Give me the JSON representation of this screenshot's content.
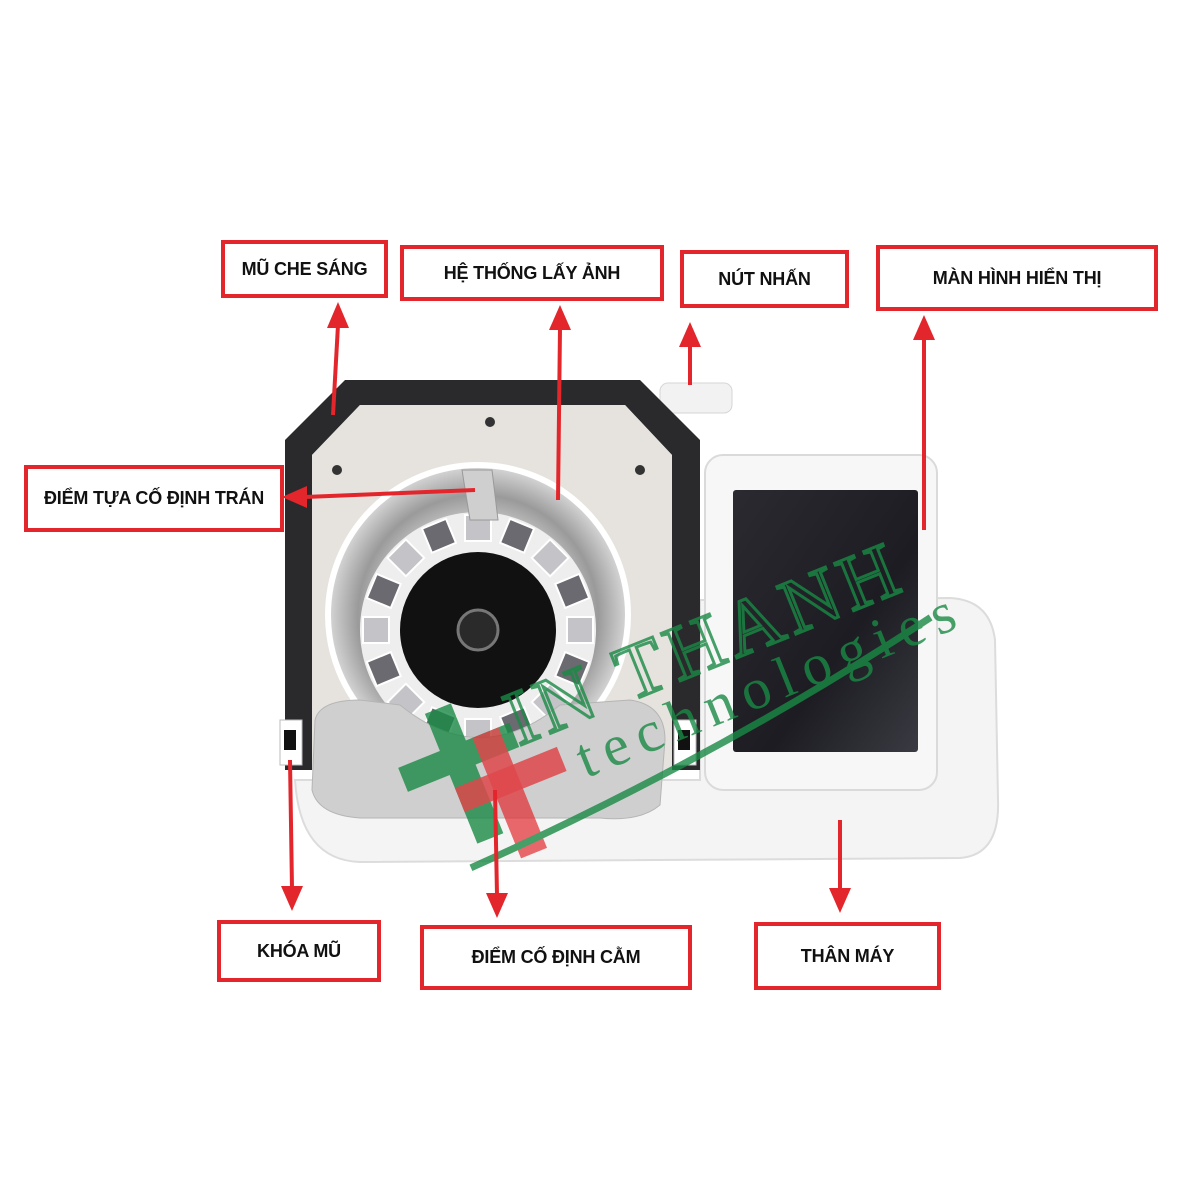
{
  "labels": {
    "light_hood": "MŨ CHE SÁNG",
    "imaging_system": "HỆ THỐNG LẤY ẢNH",
    "push_button": "NÚT NHẤN",
    "display_screen": "MÀN HÌNH HIỂN THỊ",
    "forehead_rest": "ĐIỂM TỰA CỐ ĐỊNH TRÁN",
    "hood_lock": "KHÓA MŨ",
    "chin_rest": "ĐIỂM CỐ ĐỊNH CẰM",
    "machine_body": "THÂN MÁY"
  },
  "watermark": {
    "brand": "IN THANH",
    "tagline": "technologies"
  },
  "colors": {
    "label_border": "#e3262b",
    "arrow": "#e3262b",
    "watermark_green": "#1a8a45",
    "watermark_red": "#e3262b"
  }
}
